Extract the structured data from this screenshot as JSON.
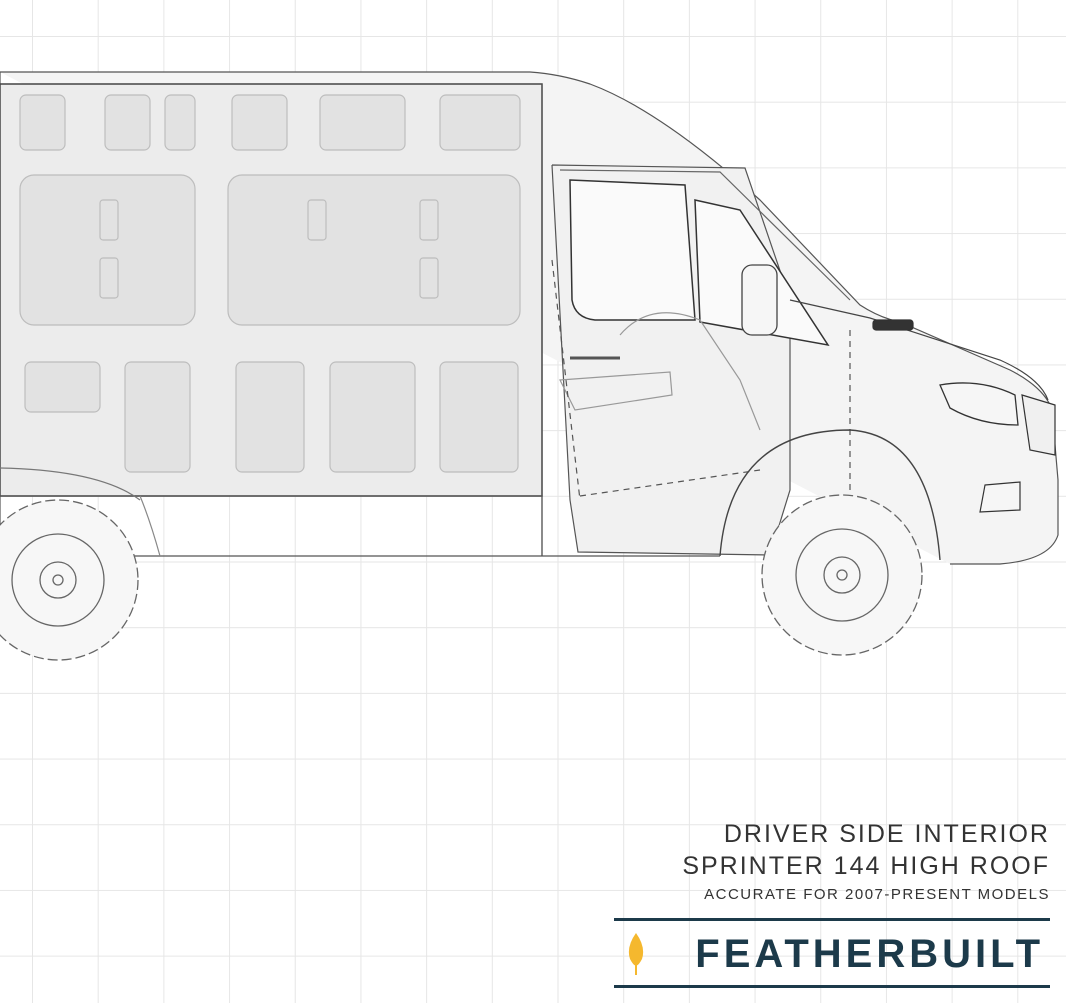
{
  "diagram": {
    "subject": "van-side-view",
    "caption": {
      "title": "DRIVER SIDE INTERIOR",
      "model": "SPRINTER 144 HIGH ROOF",
      "note": "ACCURATE FOR 2007-PRESENT MODELS"
    },
    "brand": {
      "name": "FEATHERBUILT",
      "accent_color": "#f5b82e",
      "text_color": "#1c3a4a"
    }
  }
}
